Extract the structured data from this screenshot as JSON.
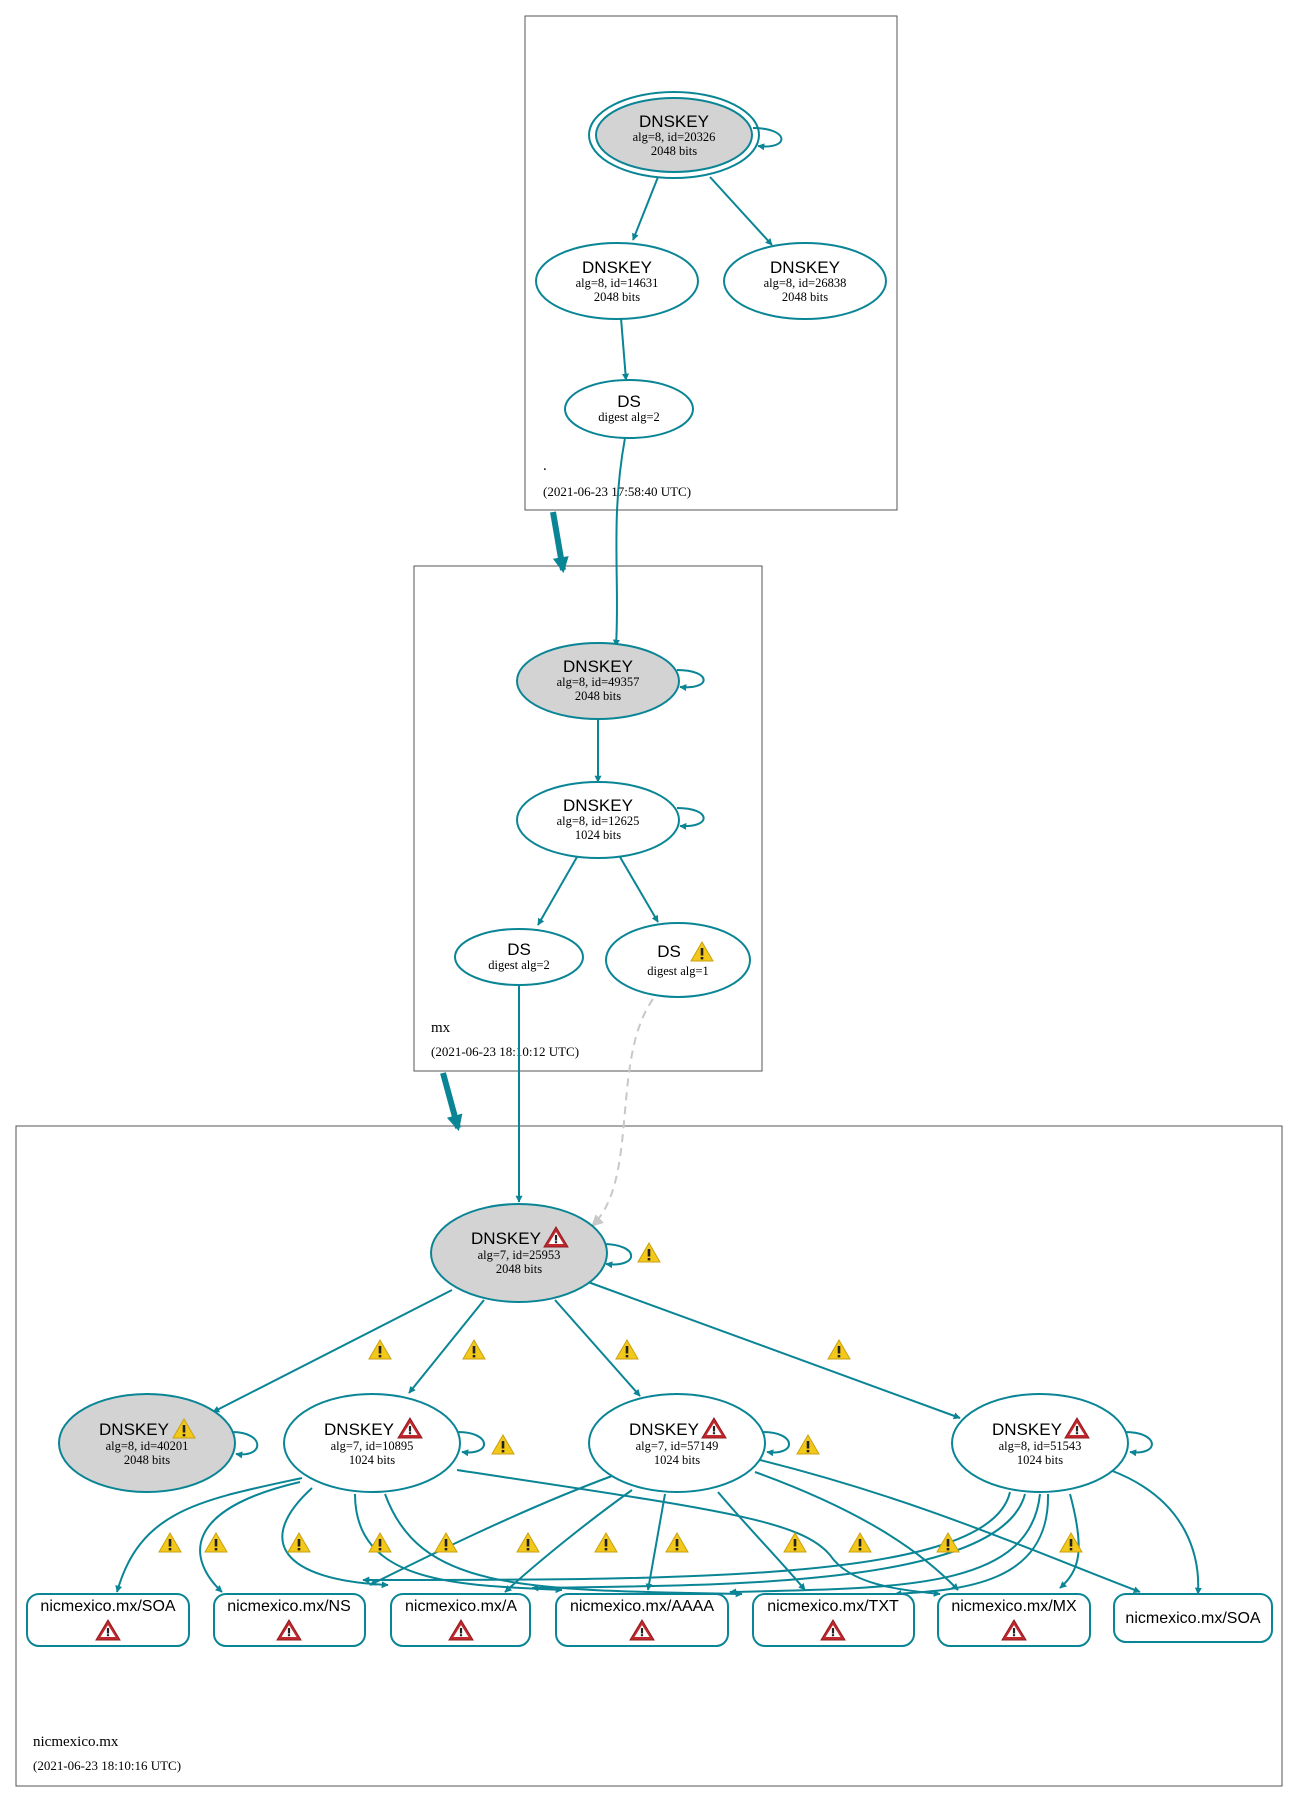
{
  "colors": {
    "edge": "#0a8595",
    "error": "#c0282d",
    "warning": "#f3c81b",
    "key_fill_sep": "#d3d3d3",
    "zone_border": "#555555",
    "insecure_edge": "#c8c8c8"
  },
  "zones": [
    {
      "id": "root",
      "name": ".",
      "timestamp": "(2021-06-23 17:58:40 UTC)"
    },
    {
      "id": "mx",
      "name": "mx",
      "timestamp": "(2021-06-23 18:10:12 UTC)"
    },
    {
      "id": "nicmexico",
      "name": "nicmexico.mx",
      "timestamp": "(2021-06-23 18:10:16 UTC)"
    }
  ],
  "nodes": {
    "root_ksk": {
      "title": "DNSKEY",
      "line1": "alg=8, id=20326",
      "line2": "2048 bits",
      "status": "trust-anchor"
    },
    "root_zsk1": {
      "title": "DNSKEY",
      "line1": "alg=8, id=14631",
      "line2": "2048 bits",
      "status": "secure"
    },
    "root_zsk2": {
      "title": "DNSKEY",
      "line1": "alg=8, id=26838",
      "line2": "2048 bits",
      "status": "secure"
    },
    "root_ds": {
      "title": "DS",
      "line1": "digest alg=2",
      "status": "secure"
    },
    "mx_ksk": {
      "title": "DNSKEY",
      "line1": "alg=8, id=49357",
      "line2": "2048 bits",
      "status": "sep"
    },
    "mx_zsk": {
      "title": "DNSKEY",
      "line1": "alg=8, id=12625",
      "line2": "1024 bits",
      "status": "secure"
    },
    "mx_ds1": {
      "title": "DS",
      "line1": "digest alg=2",
      "status": "secure"
    },
    "mx_ds2": {
      "title": "DS",
      "line1": "digest alg=1",
      "status": "warning"
    },
    "nic_ksk": {
      "title": "DNSKEY",
      "line1": "alg=7, id=25953",
      "line2": "2048 bits",
      "status": "error"
    },
    "nic_k40201": {
      "title": "DNSKEY",
      "line1": "alg=8, id=40201",
      "line2": "2048 bits",
      "status": "warning"
    },
    "nic_k10895": {
      "title": "DNSKEY",
      "line1": "alg=7, id=10895",
      "line2": "1024 bits",
      "status": "error"
    },
    "nic_k57149": {
      "title": "DNSKEY",
      "line1": "alg=7, id=57149",
      "line2": "1024 bits",
      "status": "error"
    },
    "nic_k51543": {
      "title": "DNSKEY",
      "line1": "alg=8, id=51543",
      "line2": "1024 bits",
      "status": "error"
    }
  },
  "rrsets": [
    {
      "label": "nicmexico.mx/SOA",
      "status": "error"
    },
    {
      "label": "nicmexico.mx/NS",
      "status": "error"
    },
    {
      "label": "nicmexico.mx/A",
      "status": "error"
    },
    {
      "label": "nicmexico.mx/AAAA",
      "status": "error"
    },
    {
      "label": "nicmexico.mx/TXT",
      "status": "error"
    },
    {
      "label": "nicmexico.mx/MX",
      "status": "error"
    },
    {
      "label": "nicmexico.mx/SOA",
      "status": "secure"
    }
  ]
}
